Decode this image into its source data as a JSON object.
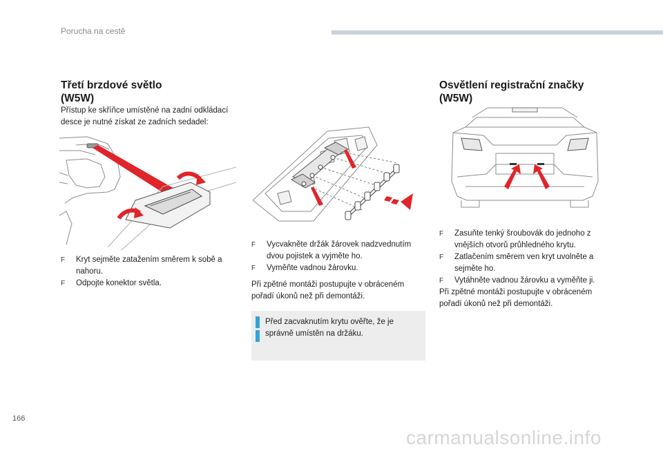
{
  "header": {
    "section": "Porucha na cestě"
  },
  "page_number": "166",
  "watermark": "carmanualsonline.info",
  "left": {
    "title_line1": "Třetí brzdové světlo",
    "title_line2": "(W5W)",
    "intro_line1": "Přístup ke skříňce umístěné na zadní odkládací",
    "intro_line2": "desce je nutné získat ze zadních sedadel:",
    "steps": [
      {
        "line1": "Kryt sejměte zatažením směrem k sobě a",
        "line2": "nahoru."
      },
      {
        "line1": "Odpojte konektor světla.",
        "line2": ""
      }
    ]
  },
  "middle": {
    "steps": [
      {
        "line1": "Vycvakněte držák žárovek nadzvednutím",
        "line2": "dvou pojistek a vyjměte ho."
      },
      {
        "line1": "Vyměňte vadnou žárovku.",
        "line2": ""
      }
    ],
    "reassembly_line1": "Při zpětné montáži postupujte v obráceném",
    "reassembly_line2": "pořadí úkonů než při demontáži.",
    "note_line1": "Před zacvaknutím krytu ověřte, že je",
    "note_line2": "správně umístěn na držáku."
  },
  "right": {
    "title_line1": "Osvětlení registrační značky",
    "title_line2": "(W5W)",
    "steps": [
      {
        "line1": "Zasuňte tenký šroubovák do jednoho z",
        "line2": "vnějších otvorů průhledného krytu."
      },
      {
        "line1": "Zatlačením směrem ven kryt uvolněte a",
        "line2": "sejměte ho."
      },
      {
        "line1": "Vytáhněte vadnou žárovku a vyměňte ji.",
        "line2": ""
      }
    ],
    "reassembly_line1": "Při zpětné montáži postupujte v obráceném",
    "reassembly_line2": "pořadí úkonů než při demontáži."
  },
  "bullet_glyph": "F",
  "colors": {
    "arrow_red": "#e0242a",
    "info_blue": "#36a3d8",
    "note_bg": "#ededed",
    "header_bar": "#c9d1dd"
  }
}
